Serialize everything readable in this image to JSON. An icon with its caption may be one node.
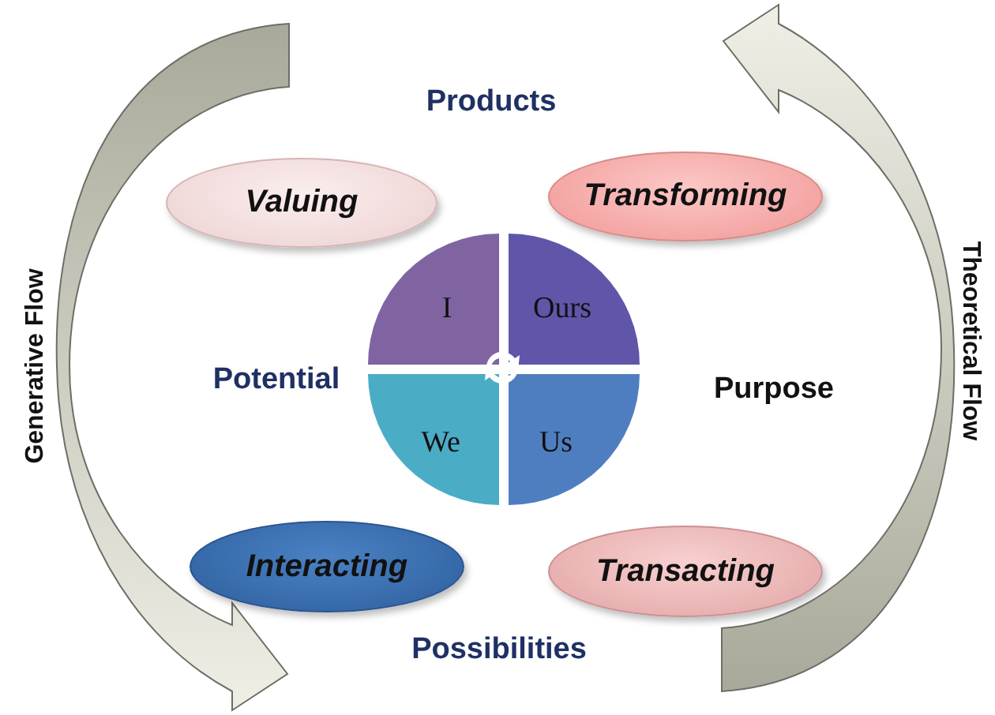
{
  "diagram": {
    "nodes": [
      {
        "text": [
          "Valuing"
        ]
      },
      {
        "text": [
          "Transforming"
        ]
      },
      {
        "text": [
          "I"
        ]
      },
      {
        "text": [
          "Ours"
        ]
      },
      {
        "text": [
          "We"
        ]
      },
      {
        "text": [
          "Us"
        ]
      },
      {
        "text": [
          "Interacting"
        ]
      },
      {
        "text": [
          "Transacting"
        ]
      }
    ],
    "labels": [
      "Products",
      "Generative Flow",
      "Theoretical Flow",
      "Potential",
      "Purpose",
      "Possibilities"
    ]
  }
}
